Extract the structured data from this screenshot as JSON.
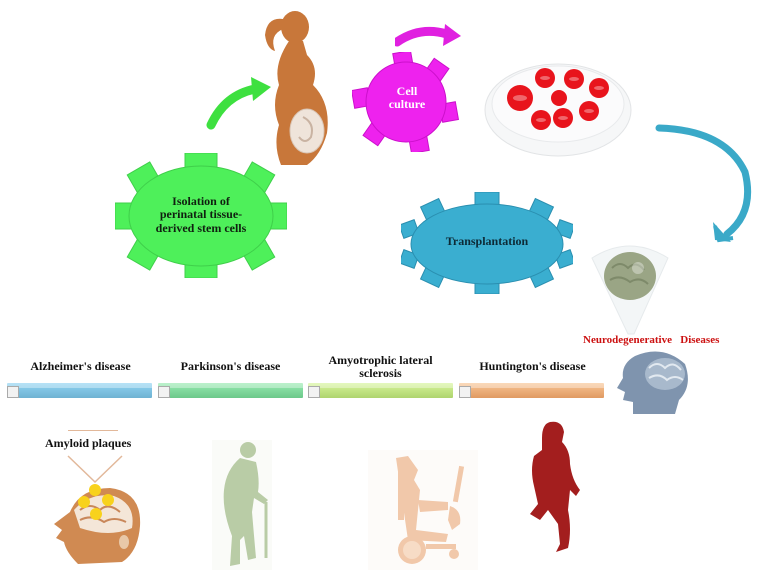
{
  "diagram": {
    "steps": [
      {
        "id": "isolation",
        "label": "Isolation of perinatal tissue-derived stem cells",
        "shape": "gear",
        "color": "#4ef05a"
      },
      {
        "id": "pregnant-woman",
        "label": "",
        "shape": "silhouette",
        "color": "#c8773a"
      },
      {
        "id": "cell-culture",
        "label": "Cell culture",
        "shape": "gear",
        "color": "#ee22ee"
      },
      {
        "id": "petri-dish",
        "label": "",
        "shape": "dish",
        "color": "#e8141c"
      },
      {
        "id": "transplantation",
        "label": "Transplantation",
        "shape": "gear",
        "color": "#3aaed0"
      },
      {
        "id": "brain",
        "label": "",
        "shape": "brain",
        "color": "#9aa585"
      }
    ],
    "labels": {
      "isolation_line1": "Isolation of",
      "isolation_line2": "perinatal tissue-",
      "isolation_line3": "derived stem cells",
      "cell_line1": "Cell",
      "cell_line2": "culture",
      "transplantation": "Transplantation",
      "neuro": "Neurodegenerative   Diseases",
      "amyloid": "Amyloid plaques"
    },
    "diseases": [
      {
        "label": "Alzheimer's disease",
        "color": "#7dc6e8"
      },
      {
        "label": "Parkinson's disease",
        "color": "#7ddc99"
      },
      {
        "label_line1": "Amyotrophic lateral",
        "label_line2": "sclerosis",
        "color": "#c4e68a"
      },
      {
        "label": "Huntington's disease",
        "color": "#f2b07a"
      }
    ],
    "colors": {
      "neuro_title": "#cc1111",
      "green_arrow": "#3ee040",
      "magenta_arrow": "#e020e0",
      "blue_arrow": "#3aa9c8"
    }
  }
}
